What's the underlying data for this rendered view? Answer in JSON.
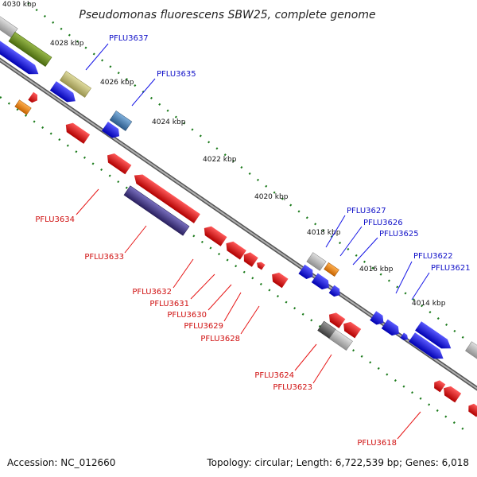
{
  "title": "Pseudomonas fluorescens SBW25, complete genome",
  "footer": {
    "accession": "Accession: NC_012660",
    "topology": "Topology: circular; Length: 6,722,539 bp; Genes: 6,018"
  },
  "kbp_ticks": [
    "4030 kbp",
    "4028 kbp",
    "4026 kbp",
    "4024 kbp",
    "4022 kbp",
    "4020 kbp",
    "4018 kbp",
    "4016 kbp",
    "4014 kbp"
  ],
  "labels_blue": [
    "PFLU3637",
    "PFLU3635",
    "PFLU3627",
    "PFLU3626",
    "PFLU3625",
    "PFLU3622",
    "PFLU3621"
  ],
  "labels_red": [
    "PFLU3634",
    "PFLU3633",
    "PFLU3632",
    "PFLU3631",
    "PFLU3630",
    "PFLU3629",
    "PFLU3628",
    "PFLU3624",
    "PFLU3623",
    "PFLU3618"
  ],
  "colors": {
    "forward_gene": "#1414e6",
    "reverse_gene": "#e61414",
    "olive_gene": "#6b8c23",
    "khaki_gene": "#bdb76b",
    "steel_gene": "#4682b4",
    "orange_gene": "#ff8c00",
    "slate_gene": "#483d8b",
    "gray_gene": "#a9a9a9",
    "backbone": "#808080",
    "tick": "#1a7a1a"
  }
}
